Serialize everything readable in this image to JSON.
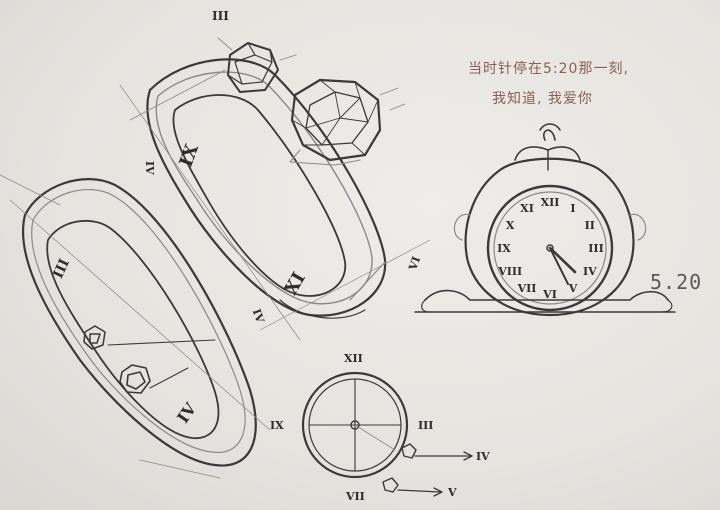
{
  "caption": {
    "line1": "当时针停在5:20那一刻,",
    "line2": "我知道, 我爱你"
  },
  "stamp": "5.20",
  "ring_large_numerals": [
    "III",
    "IX",
    "XI",
    "VI"
  ],
  "ring_small_numerals": [
    "III",
    "IV"
  ],
  "pocket_watch_numerals": [
    "XII",
    "I",
    "II",
    "III",
    "IV",
    "V",
    "VI",
    "VII",
    "VIII",
    "IX",
    "X",
    "XI"
  ],
  "dial_numerals": {
    "top": "XII",
    "left": "IX",
    "right": "III",
    "bottom": "VII"
  },
  "arrow_labels": {
    "upper": "IV",
    "lower": "V"
  },
  "side_marks": {
    "left": "IV",
    "lower_right": "IV",
    "ring_bottom": "IV",
    "arrow_tip": "V"
  }
}
